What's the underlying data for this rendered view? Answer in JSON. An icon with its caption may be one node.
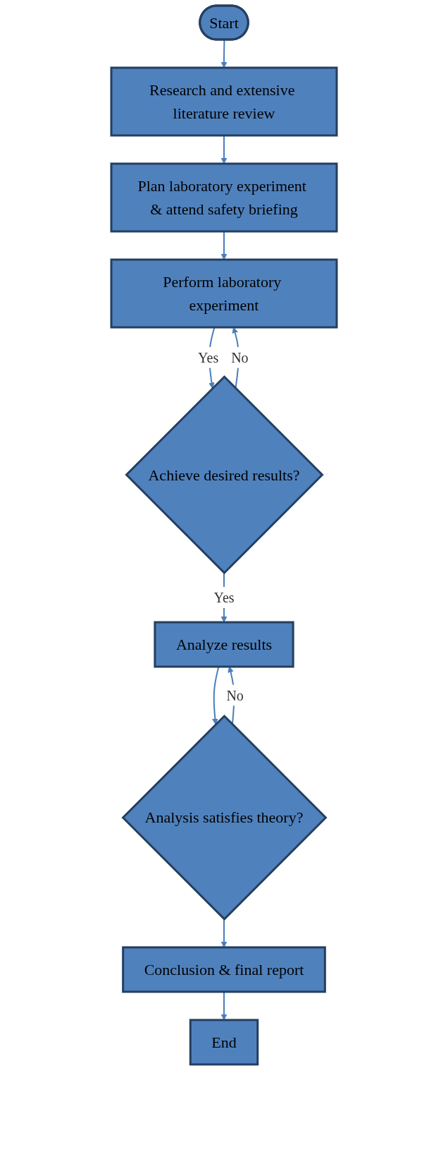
{
  "diagram": {
    "nodes": [
      {
        "text": [
          "Start"
        ]
      },
      {
        "text": [
          "Research and extensive literature review"
        ]
      },
      {
        "text": [
          "Plan laboratory experiment & attend safety briefing"
        ]
      },
      {
        "text": [
          "Perform laboratory experiment"
        ]
      },
      {
        "text": [
          "Achieve desired results?"
        ]
      },
      {
        "text": [
          "Analyze results"
        ]
      },
      {
        "text": [
          "Analysis satisfies theory?"
        ]
      },
      {
        "text": [
          "Conclusion & final report"
        ]
      },
      {
        "text": [
          "End"
        ]
      }
    ],
    "edges": [
      {
        "from": 0,
        "to": 1,
        "arrow": "to"
      },
      {
        "from": 1,
        "to": 2,
        "arrow": "to"
      },
      {
        "from": 2,
        "to": 3,
        "arrow": "to"
      },
      {
        "from": 3,
        "to": 4,
        "arrow": "to",
        "label": "Yes"
      },
      {
        "from": 4,
        "to": 3,
        "arrow": "to",
        "label": "No"
      },
      {
        "from": 4,
        "to": 5,
        "arrow": "to",
        "label": "Yes"
      },
      {
        "from": 5,
        "to": 6,
        "arrow": "to"
      },
      {
        "from": 6,
        "to": 5,
        "arrow": "to",
        "label": "No"
      },
      {
        "from": 6,
        "to": 7,
        "arrow": "to"
      },
      {
        "from": 7,
        "to": 8,
        "arrow": "to"
      }
    ]
  }
}
